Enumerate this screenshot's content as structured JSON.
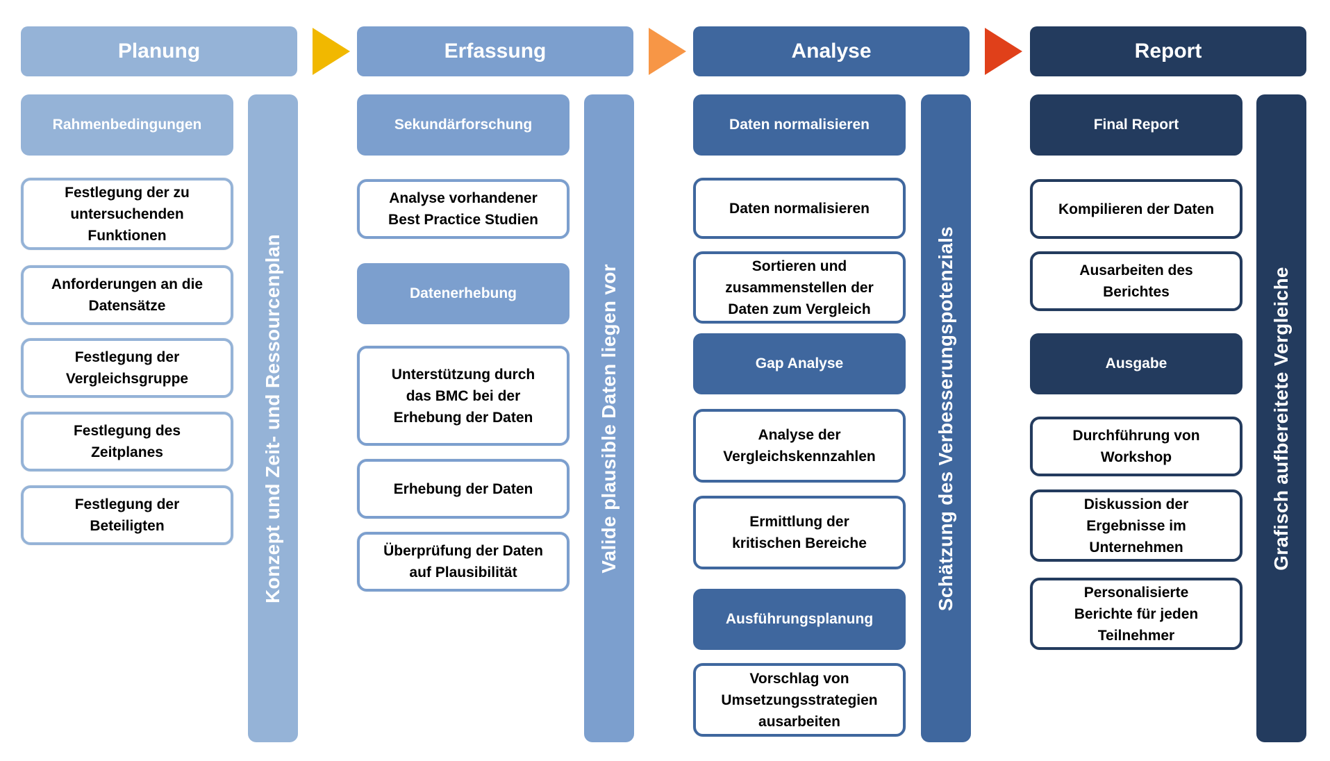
{
  "phases": [
    {
      "title": "Planung",
      "side_label": "Konzept und Zeit- und Ressourcenplan",
      "sections": [
        {
          "heading": "Rahmenbedingungen",
          "items": [
            "Festlegung der zu\nuntersuchenden\nFunktionen",
            "Anforderungen an die\nDatensätze",
            "Festlegung der\nVergleichsgruppe",
            "Festlegung des\nZeitplanes",
            "Festlegung der\nBeteiligten"
          ]
        }
      ]
    },
    {
      "title": "Erfassung",
      "side_label": "Valide plausible Daten liegen vor",
      "sections": [
        {
          "heading": "Sekundärforschung",
          "items": [
            "Analyse vorhandener\nBest Practice Studien"
          ]
        },
        {
          "heading": "Datenerhebung",
          "items": [
            "Unterstützung durch\ndas BMC bei der\nErhebung der Daten",
            "Erhebung der Daten",
            "Überprüfung der Daten\nauf Plausibilität"
          ]
        }
      ]
    },
    {
      "title": "Analyse",
      "side_label": "Schätzung des Verbesserungspotenzials",
      "sections": [
        {
          "heading": "Daten normalisieren",
          "items": [
            "Daten normalisieren",
            "Sortieren und\nzusammenstellen der\nDaten zum Vergleich"
          ]
        },
        {
          "heading": "Gap Analyse",
          "items": [
            "Analyse der\nVergleichskennzahlen",
            "Ermittlung der\nkritischen Bereiche"
          ]
        },
        {
          "heading": "Ausführungsplanung",
          "items": [
            "Vorschlag von\nUmsetzungsstrategien\nausarbeiten"
          ]
        }
      ]
    },
    {
      "title": "Report",
      "side_label": "Grafisch aufbereitete Vergleiche",
      "sections": [
        {
          "heading": "Final Report",
          "items": [
            "Kompilieren der Daten",
            "Ausarbeiten des\nBerichtes"
          ]
        },
        {
          "heading": "Ausgabe",
          "items": [
            "Durchführung von\nWorkshop",
            "Diskussion der\nErgebnisse im\nUnternehmen",
            "Personalisierte\nBerichte für jeden\nTeilnehmer"
          ]
        }
      ]
    }
  ],
  "colors": {
    "planung": "#95b3d7",
    "erfassung": "#7c9fce",
    "analyse": "#3f679e",
    "report": "#233b5e",
    "arrow_1": "#f1b800",
    "arrow_2": "#f79646",
    "arrow_3": "#e0401a"
  }
}
